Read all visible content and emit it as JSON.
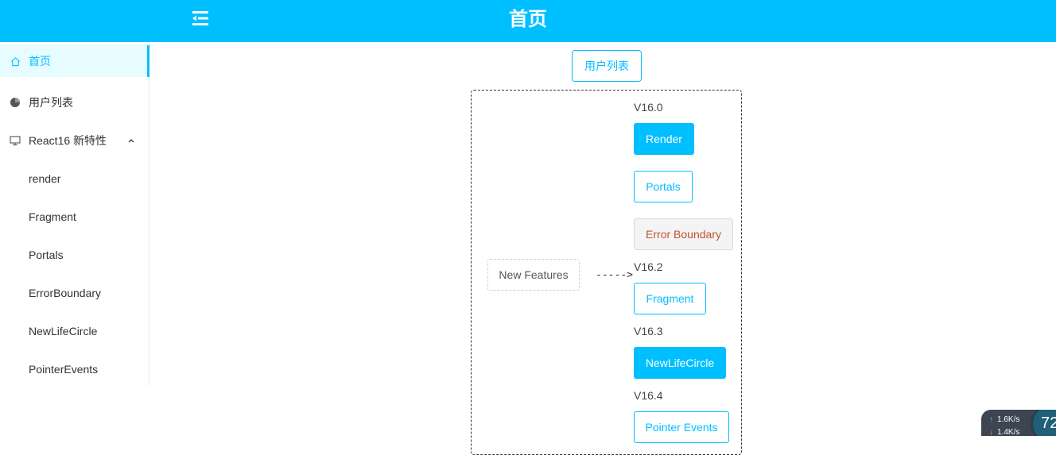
{
  "header": {
    "title": "首页",
    "menu_icon": "menu-fold-icon",
    "background_color": "#00bfff"
  },
  "sidebar": {
    "items": [
      {
        "label": "首页",
        "icon": "home-icon",
        "active": true
      },
      {
        "label": "用户列表",
        "icon": "pie-chart-icon"
      },
      {
        "label": "React16 新特性",
        "icon": "desktop-icon",
        "expanded": true,
        "children": [
          "render",
          "Fragment",
          "Portals",
          "ErrorBoundary",
          "NewLifeCircle",
          "PointerEvents"
        ]
      }
    ]
  },
  "main": {
    "userlist_button": "用户列表",
    "new_features_label": "New Features",
    "arrow": "----->",
    "versions": [
      {
        "label": "V16.0",
        "buttons": [
          "Render",
          "Portals",
          "Error Boundary"
        ]
      },
      {
        "label": "V16.2",
        "buttons": [
          "Fragment"
        ]
      },
      {
        "label": "V16.3",
        "buttons": [
          "NewLifeCircle"
        ]
      },
      {
        "label": "V16.4",
        "buttons": [
          "Pointer Events"
        ]
      }
    ]
  },
  "net_widget": {
    "upload": "1.6K/s",
    "download": "1.4K/s",
    "gauge": "72"
  },
  "colors": {
    "accent": "#00bfff",
    "active_bg": "#e6fcff",
    "error_text": "#c0542d"
  }
}
